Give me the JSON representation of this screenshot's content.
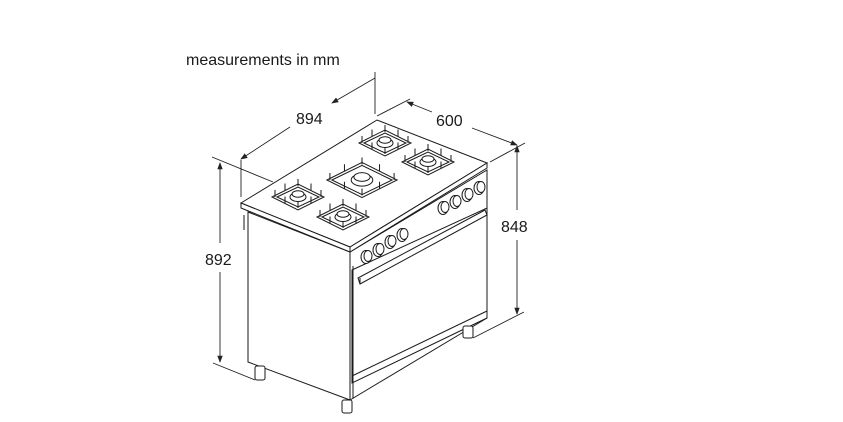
{
  "caption": "measurements in mm",
  "dimensions": {
    "width": "894",
    "depth": "600",
    "height_total": "892",
    "height_body": "848"
  }
}
